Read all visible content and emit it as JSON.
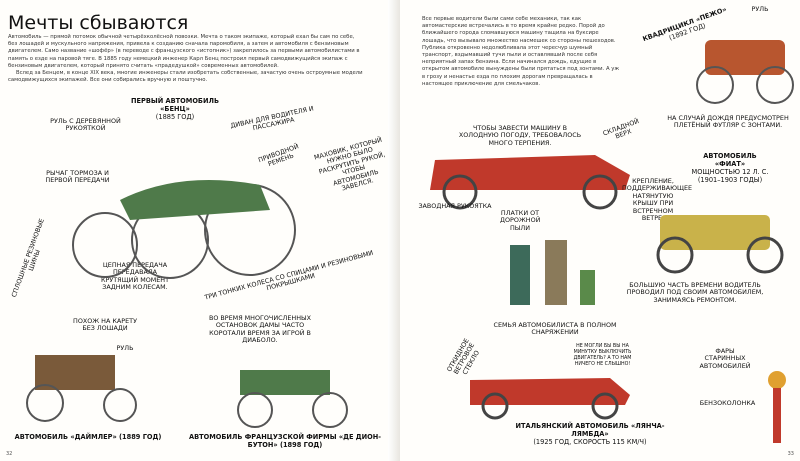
{
  "left_page": {
    "title": "Мечты сбываются",
    "intro": "Автомобиль — прямой потомок обычной четырёхколёсной повозки. Мечта о таком экипаже, который ехал бы сам по себе, без лошадей и мускульного напряжения, привела к созданию сначала паромобиля, а затем и автомобиля с бензиновым двигателем. Само название «шофёр» (в переводе с французского «истопник») закрепилось за первыми автомобилистами в память о езде на паровой тяге. В 1885 году немецкий инженер Карл Бенц построил первый самодвижущийся экипаж с бензиновым двигателем, который принято считать «прадедушкой» современных автомобилей.",
    "intro2": "Вслед за Бенцем, в конце XIX века, многие инженеры стали изобретать собственные, зачастую очень остроумные модели самодвижущихся экипажей. Все они собирались вручную и поштучно.",
    "benz_caption": "Первый автомобиль «Бенц»",
    "benz_year": "(1885 год)",
    "labels": [
      "Руль с деревянной рукояткой",
      "Диван для водителя и пассажира",
      "Приводной ремень",
      "Маховик, который нужно было раскрутить рукой, чтобы автомобиль завелся.",
      "Рычаг тормоза и первой передачи",
      "Сплошные резиновые шины",
      "Цепная передача передавала крутящий момент задним колесам.",
      "Три тонких колеса со спицами и резиновыми покрышками",
      "Похож на карету без лошади",
      "Руль",
      "Во время многочисленных остановок дамы часто коротали время за игрой в диаболо."
    ],
    "daimler_caption": "Автомобиль «Даймлер» (1889 год)",
    "dion_caption": "Автомобиль французской фирмы «Де Дион-Бутон» (1898 год)",
    "page_number": "32"
  },
  "right_page": {
    "text": "Все первые водители были сами себе механики, так как автомастерские встречались в то время крайне редко. Порой до ближайшего города сломавшуюся машину тащила на буксире лошадь, что вызывало множество насмешек со стороны пешеходов. Публика откровенно недолюбливала этот чересчур шумный транспорт, вздымавший тучи пыли и оставлявший после себя неприятный запах бензина. Если начинался дождь, едущие в открытом автомобиле вынуждены были прятаться под зонтами. А уж в грозу и ненастье езда по плохим дорогам превращалась в настоящее приключение для смельчаков.",
    "peugeot_caption": "Квадрицикл «Пежо»",
    "peugeot_year": "(1892 год)",
    "labels": [
      "Руль",
      "Чтобы завести машину в холодную погоду, требовалось много терпения.",
      "Складной верх",
      "На случай дождя предусмотрен плетёный футляр с зонтами.",
      "Заводная рукоятка",
      "Платки от дорожной пыли",
      "Крепление, поддерживающее натянутую крышу при встречном ветре.",
      "Большую часть времени водитель проводил под своим автомобилем, занимаясь ремонтом.",
      "Семья автомобилиста в полном снаряжении",
      "Откидное ветровое стекло",
      "Не могли бы вы на минутку выключить двигатель? А то нам ничего не слышно!",
      "Фары старинных автомобилей",
      "Бензоколонка"
    ],
    "fiat_caption": "Автомобиль «Фиат»",
    "fiat_power": "мощностью 12 л. с.",
    "fiat_year": "(1901–1903 годы)",
    "lancia_caption": "Итальянский автомобиль «Лянча-Лямбда»",
    "lancia_year": "(1925 год, скорость 115 км/ч)",
    "page_number": "33"
  },
  "colors": {
    "red": "#c0392b",
    "green": "#4f7a4a",
    "yellow": "#c9b24a"
  }
}
